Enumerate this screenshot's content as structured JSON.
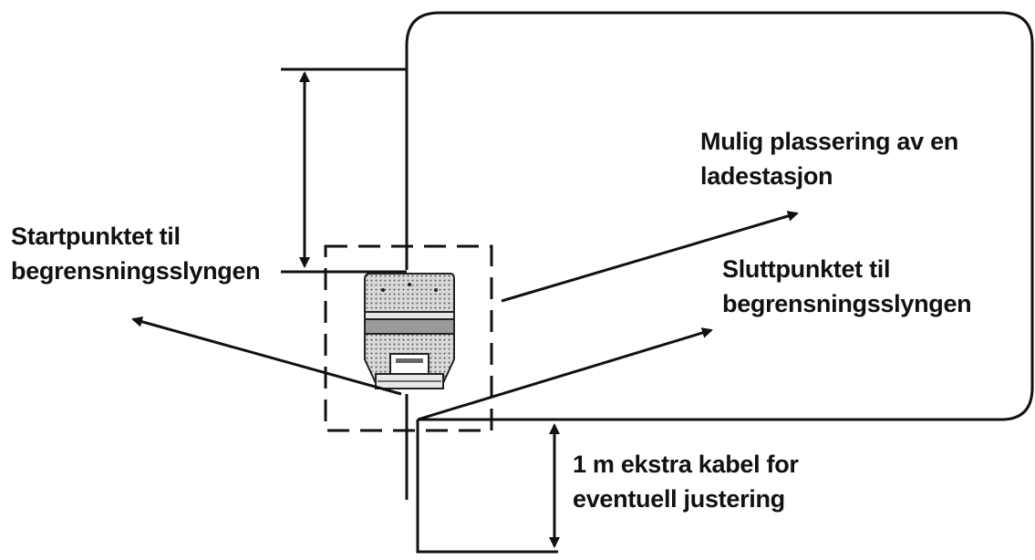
{
  "labels": {
    "start": {
      "line1": "Startpunktet til",
      "line2": "begrensningsslyngen"
    },
    "station": {
      "line1": "Mulig plassering av en",
      "line2": "ladestasjon"
    },
    "end": {
      "line1": "Sluttpunktet til",
      "line2": "begrensningsslyngen"
    },
    "extra": {
      "line1": "1 m ekstra kabel for",
      "line2": "eventuell justering"
    }
  },
  "colors": {
    "line": "#111111",
    "fill": "#cfcfcf",
    "background": "#ffffff"
  }
}
